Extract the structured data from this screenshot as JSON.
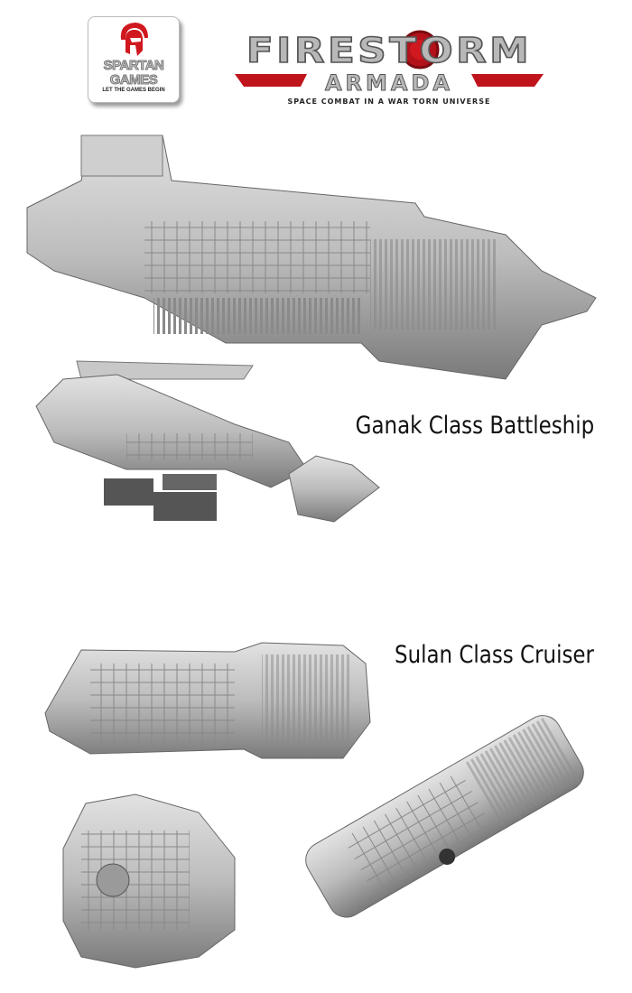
{
  "publisher_logo": {
    "line1": "SPARTAN",
    "line2": "GAMES",
    "tagline": "LET THE GAMES BEGIN"
  },
  "game_logo": {
    "title": "FIRESTORM",
    "subtitle": "ARMADA",
    "tagline": "SPACE COMBAT IN A WAR TORN UNIVERSE"
  },
  "ships": [
    {
      "label": "Ganak Class Battleship"
    },
    {
      "label": "Sulan Class Cruiser"
    }
  ],
  "colors": {
    "accent": "#c0141c",
    "hull": "#bdbdbd",
    "hull_dark": "#6f6f6f"
  }
}
